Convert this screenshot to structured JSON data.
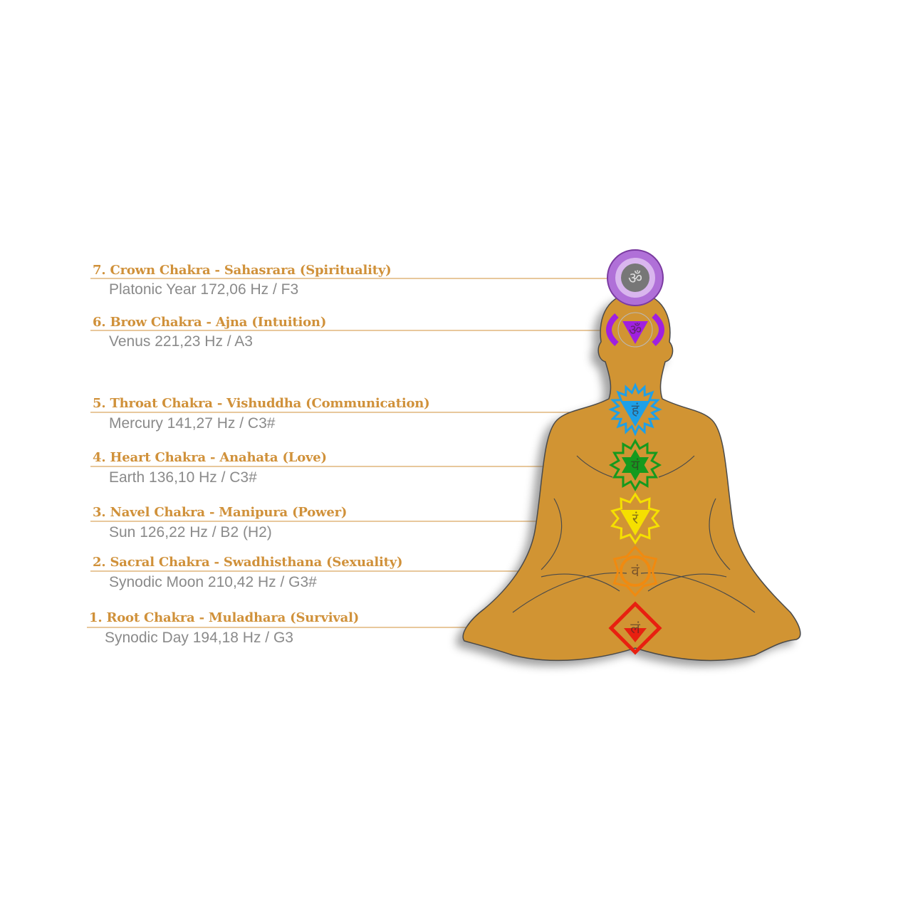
{
  "chakras": [
    {
      "title": "7. Crown Chakra - Sahasrara (Spirituality)",
      "frequency": "Platonic Year 172,06 Hz / F3",
      "color": "#A64FD0"
    },
    {
      "title": "6. Brow Chakra - Ajna (Intuition)",
      "frequency": "Venus 221,23 Hz / A3",
      "color": "#A020E0"
    },
    {
      "title": "5. Throat Chakra - Vishuddha (Communication)",
      "frequency": "Mercury 141,27 Hz / C3#",
      "color": "#1EA0E8"
    },
    {
      "title": "4. Heart Chakra - Anahata (Love)",
      "frequency": "Earth 136,10 Hz / C3#",
      "color": "#159A1E"
    },
    {
      "title": "3. Navel Chakra - Manipura (Power)",
      "frequency": "Sun 126,22 Hz / B2 (H2)",
      "color": "#F5E000"
    },
    {
      "title": "2. Sacral Chakra - Swadhisthana (Sexuality)",
      "frequency": "Synodic Moon 210,42 Hz / G3#",
      "color": "#F08A10"
    },
    {
      "title": "1. Root Chakra - Muladhara (Survival)",
      "frequency": "Synodic Day 194,18 Hz / G3",
      "color": "#E82010"
    }
  ],
  "body_color": "#D19433",
  "accent_color": "#D0913A"
}
